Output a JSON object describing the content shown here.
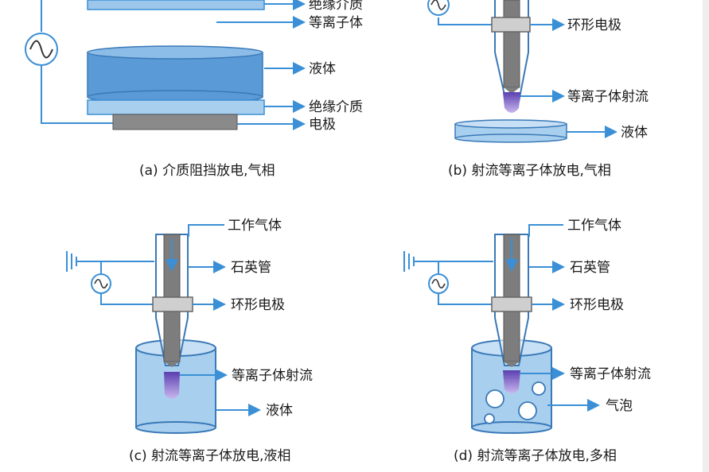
{
  "panel_a": {
    "labels": [
      "绝缘介质",
      "等离子体",
      "液体",
      "绝缘介质",
      "电极"
    ],
    "caption": "(a) 介质阻挡放电,气相"
  },
  "panel_b": {
    "labels": [
      "环形电极",
      "等离子体射流",
      "液体"
    ],
    "caption": "(b) 射流等离子体放电,气相"
  },
  "panel_c": {
    "labels": [
      "工作气体",
      "石英管",
      "环形电极",
      "等离子体射流",
      "液体"
    ],
    "caption": "(c) 射流等离子体放电,液相"
  },
  "panel_d": {
    "labels": [
      "工作气体",
      "石英管",
      "环形电极",
      "等离子体射流",
      "气泡"
    ],
    "caption": "(d) 射流等离子体放电,多相"
  },
  "colors": {
    "wire": "#3a8fd6",
    "liquid_fill": "#a9cfee",
    "liquid_dark": "#5a9ad6",
    "electrode": "#8a8a8a",
    "ring": "#cfcfcf",
    "plasma": "#8a63c6"
  },
  "icons": [
    "ac-source-icon",
    "ground-icon"
  ]
}
